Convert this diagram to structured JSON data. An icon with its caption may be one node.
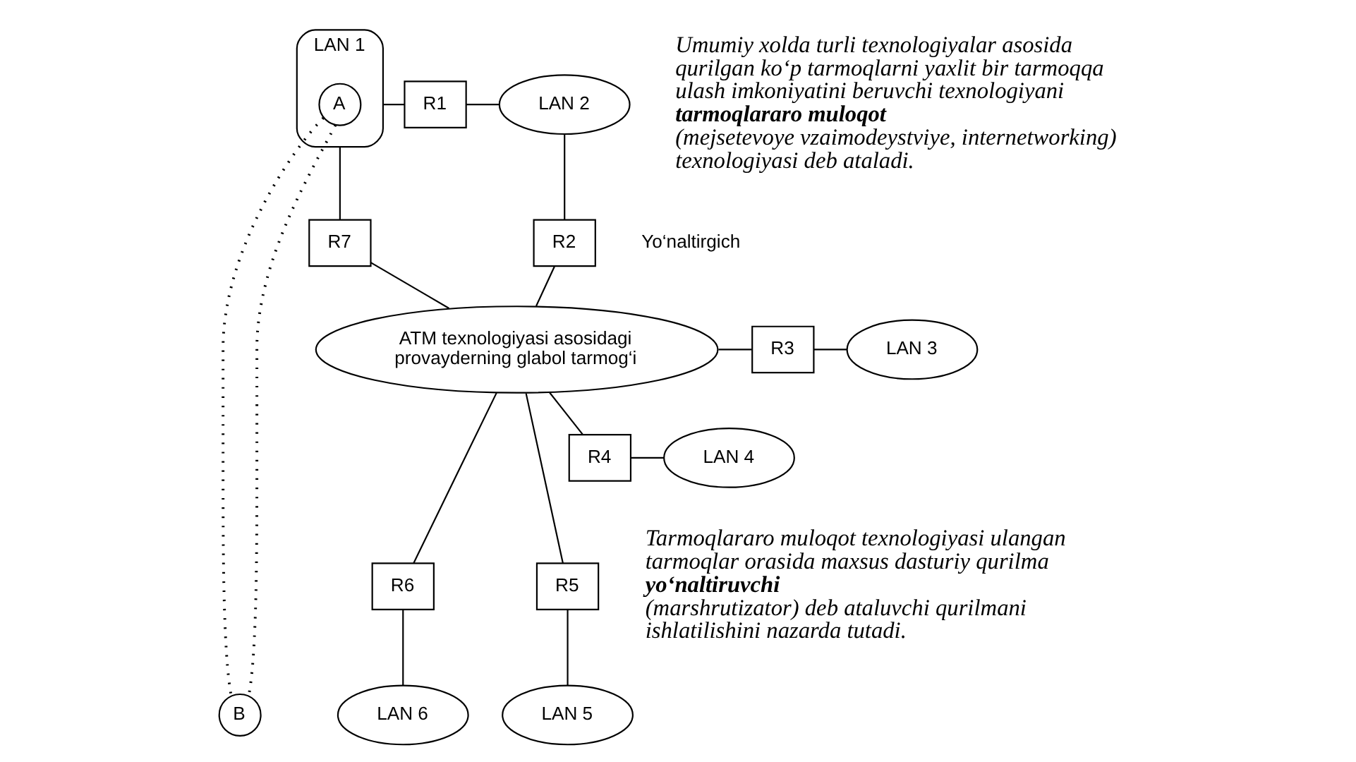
{
  "diagram": {
    "nodes": [
      {
        "text": [
          "LAN 1"
        ]
      },
      {
        "text": [
          "A"
        ],
        "in": 0
      },
      {
        "text": [
          "R1"
        ]
      },
      {
        "text": [
          "LAN 2"
        ]
      },
      {
        "text": [
          "R7"
        ]
      },
      {
        "text": [
          "R2"
        ]
      },
      {
        "text": [
          "ATM texnologiyasi asosidagi provayderning glabol tarmog‘i"
        ]
      },
      {
        "text": [
          "R3"
        ]
      },
      {
        "text": [
          "LAN 3"
        ]
      },
      {
        "text": [
          "R4"
        ]
      },
      {
        "text": [
          "LAN 4"
        ]
      },
      {
        "text": [
          "R6"
        ]
      },
      {
        "text": [
          "R5"
        ]
      },
      {
        "text": [
          "LAN 6"
        ]
      },
      {
        "text": [
          "LAN 5"
        ]
      },
      {
        "text": [
          "B"
        ]
      }
    ],
    "edges": [
      {
        "from": 0,
        "to": 2,
        "arrow": "none"
      },
      {
        "from": 2,
        "to": 3,
        "arrow": "none"
      },
      {
        "from": 0,
        "to": 4,
        "arrow": "none"
      },
      {
        "from": 3,
        "to": 5,
        "arrow": "none"
      },
      {
        "from": 4,
        "to": 6,
        "arrow": "none"
      },
      {
        "from": 5,
        "to": 6,
        "arrow": "none"
      },
      {
        "from": 6,
        "to": 7,
        "arrow": "none"
      },
      {
        "from": 7,
        "to": 8,
        "arrow": "none"
      },
      {
        "from": 6,
        "to": 9,
        "arrow": "none"
      },
      {
        "from": 9,
        "to": 10,
        "arrow": "none"
      },
      {
        "from": 6,
        "to": 11,
        "arrow": "none"
      },
      {
        "from": 11,
        "to": 13,
        "arrow": "none"
      },
      {
        "from": 6,
        "to": 12,
        "arrow": "none"
      },
      {
        "from": 12,
        "to": 14,
        "arrow": "none"
      },
      {
        "from": 1,
        "to": 15,
        "arrow": "none",
        "style": "dashed"
      },
      {
        "from": 1,
        "to": 15,
        "arrow": "none",
        "style": "dashed"
      }
    ],
    "labels": [
      "Yo‘naltirgich",
      "Umumiy xolda turli texnologiyalar asosida qurilgan ko‘p tarmoqlarni yaxlit bir tarmoqqa ulash imkoniyatini beruvchi texnologiyani **tarmoqlararo muloqot** (mejsetevoye vzaimodeystviye, internetworking) texnologiyasi deb ataladi.",
      "Tarmoqlararo muloqot texnologiyasi ulangan tarmoqlar orasida maxsus dasturiy qurilma **yo‘naltiruvchi** (marshrutizator) deb ataluvchi qurilmani ishlatilishini nazarda tutadi."
    ]
  }
}
